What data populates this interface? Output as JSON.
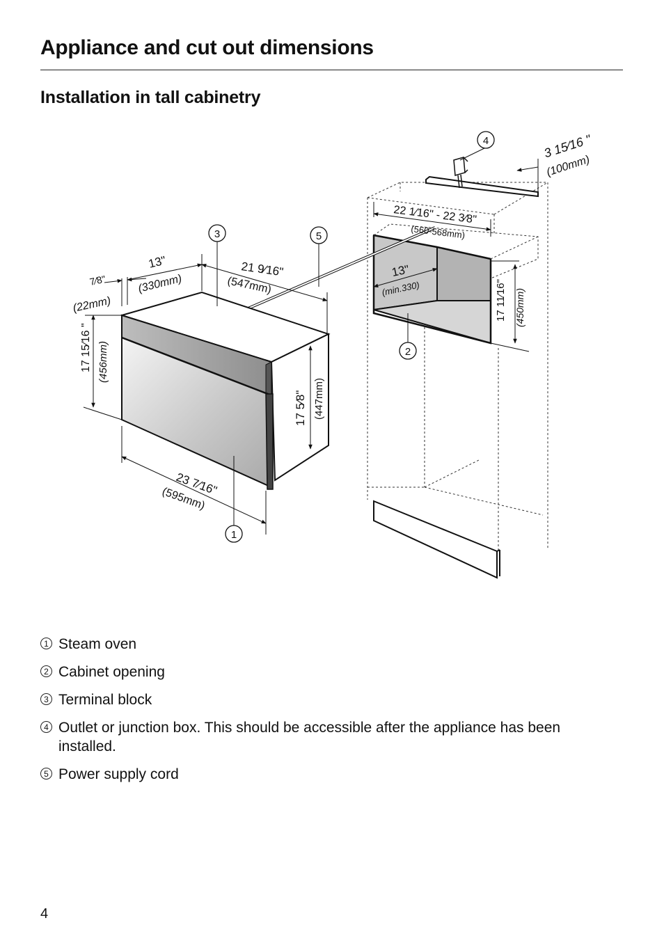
{
  "header": {
    "title": "Appliance and cut out dimensions",
    "subtitle": "Installation in tall cabinetry"
  },
  "callouts": [
    "1",
    "2",
    "3",
    "4",
    "5"
  ],
  "dimensions": {
    "outlet_offset": "3 15⁄16 \"",
    "outlet_offset_mm": "(100mm)",
    "niche_width": "22 1⁄16\" - 22 3⁄8\"",
    "niche_width_mm": "(560-568mm)",
    "niche_depth": "13\"",
    "niche_depth_mm": "(min.330)",
    "niche_height": "17 11⁄16\"",
    "niche_height_mm": "(450mm)",
    "front_depth": "7⁄8\"",
    "front_depth_mm": "(22mm)",
    "cord_depth": "13\"",
    "cord_depth_mm": "(330mm)",
    "body_depth": "21 9⁄16\"",
    "body_depth_mm": "(547mm)",
    "front_height": "17 15⁄16 \"",
    "front_height_mm": "(456mm)",
    "body_height": "17 5⁄8\"",
    "body_height_mm": "(447mm)",
    "front_width": "23 7⁄16\"",
    "front_width_mm": "(595mm)"
  },
  "legend": [
    {
      "num": "1",
      "text": "Steam oven"
    },
    {
      "num": "2",
      "text": "Cabinet opening"
    },
    {
      "num": "3",
      "text": "Terminal block"
    },
    {
      "num": "4",
      "text": "Outlet or junction box. This should be accessible after the appliance has been installed."
    },
    {
      "num": "5",
      "text": "Power supply cord"
    }
  ],
  "page_number": "4"
}
